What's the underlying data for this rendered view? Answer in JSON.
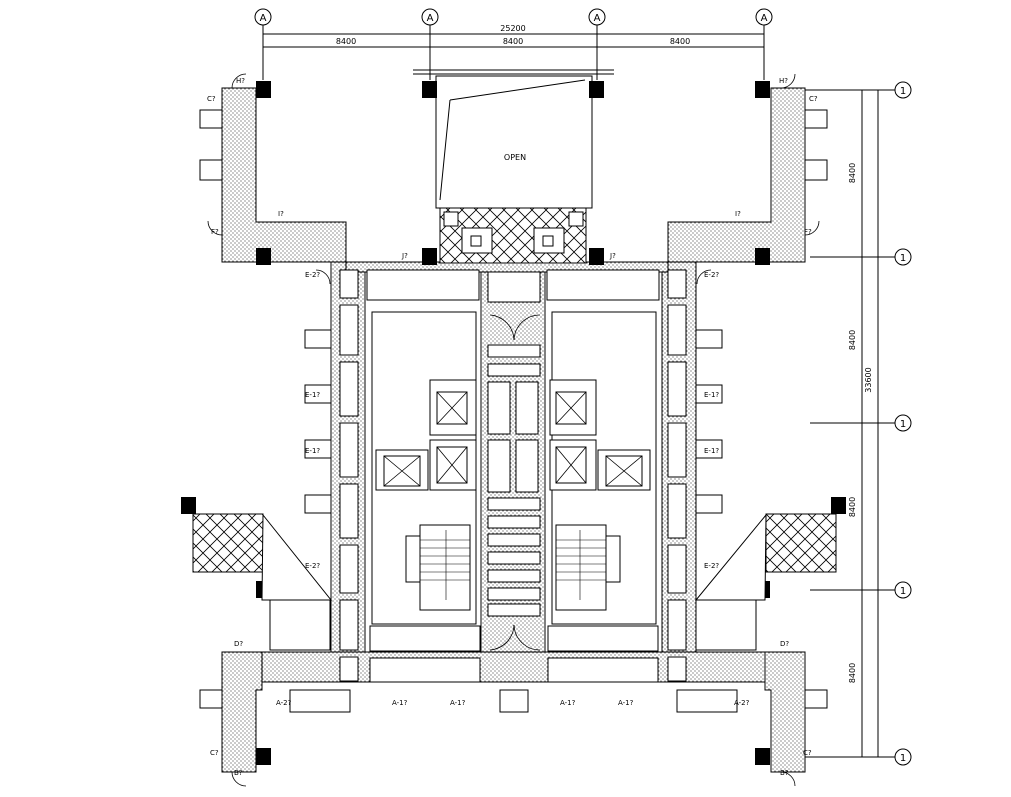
{
  "grid": {
    "top_bubbles": [
      "A",
      "A",
      "A",
      "A"
    ],
    "right_bubbles": [
      "1",
      "1",
      "1",
      "1",
      "1"
    ]
  },
  "dimensions": {
    "top_total": "25200",
    "top_segments": [
      "8400",
      "8400",
      "8400"
    ],
    "right_total": "33600",
    "right_segments": [
      "8400",
      "8400",
      "8400",
      "8400"
    ]
  },
  "labels": {
    "open": "OPEN",
    "room_tags": [
      "H?",
      "C?",
      "I?",
      "F?",
      "J?",
      "J?",
      "I?",
      "F?",
      "H?",
      "C?",
      "E-2?",
      "E-2?",
      "E-1?",
      "E-1?",
      "E-1?",
      "E-1?",
      "E-2?",
      "E-2?",
      "D?",
      "D?",
      "A-2?",
      "A-1?",
      "A-1?",
      "A-1?",
      "A-1?",
      "A-2?",
      "C?",
      "B?",
      "C?",
      "B?"
    ]
  },
  "colors": {
    "line": "#000000",
    "fill_core": "#ffffff",
    "hatch": "#000000",
    "dot_fill": "#e9e9e9"
  }
}
